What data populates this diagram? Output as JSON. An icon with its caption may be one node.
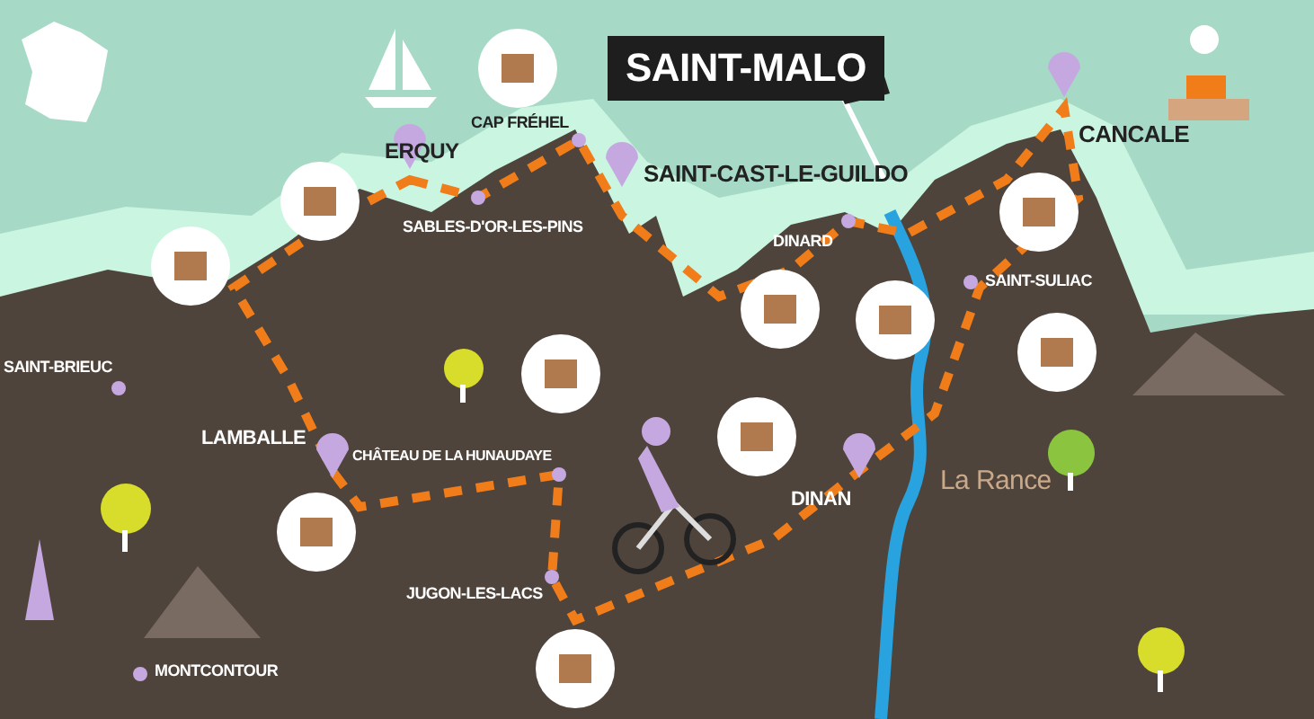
{
  "diagram": {
    "labels": [
      "SAINT-MALO",
      "CAP FRÉHEL",
      "CANCALE",
      "ERQUY",
      "SAINT-CAST-LE-GUILDO",
      "SABLES-D'OR-LES-PINS",
      "DINARD",
      "SAINT-SULIAC",
      "SAINT-BRIEUC",
      "LAMBALLE",
      "CHÂTEAU DE LA HUNAUDAYE",
      "DINAN",
      "La Rance",
      "JUGON-LES-LACS",
      "MONTCONTOUR"
    ]
  }
}
